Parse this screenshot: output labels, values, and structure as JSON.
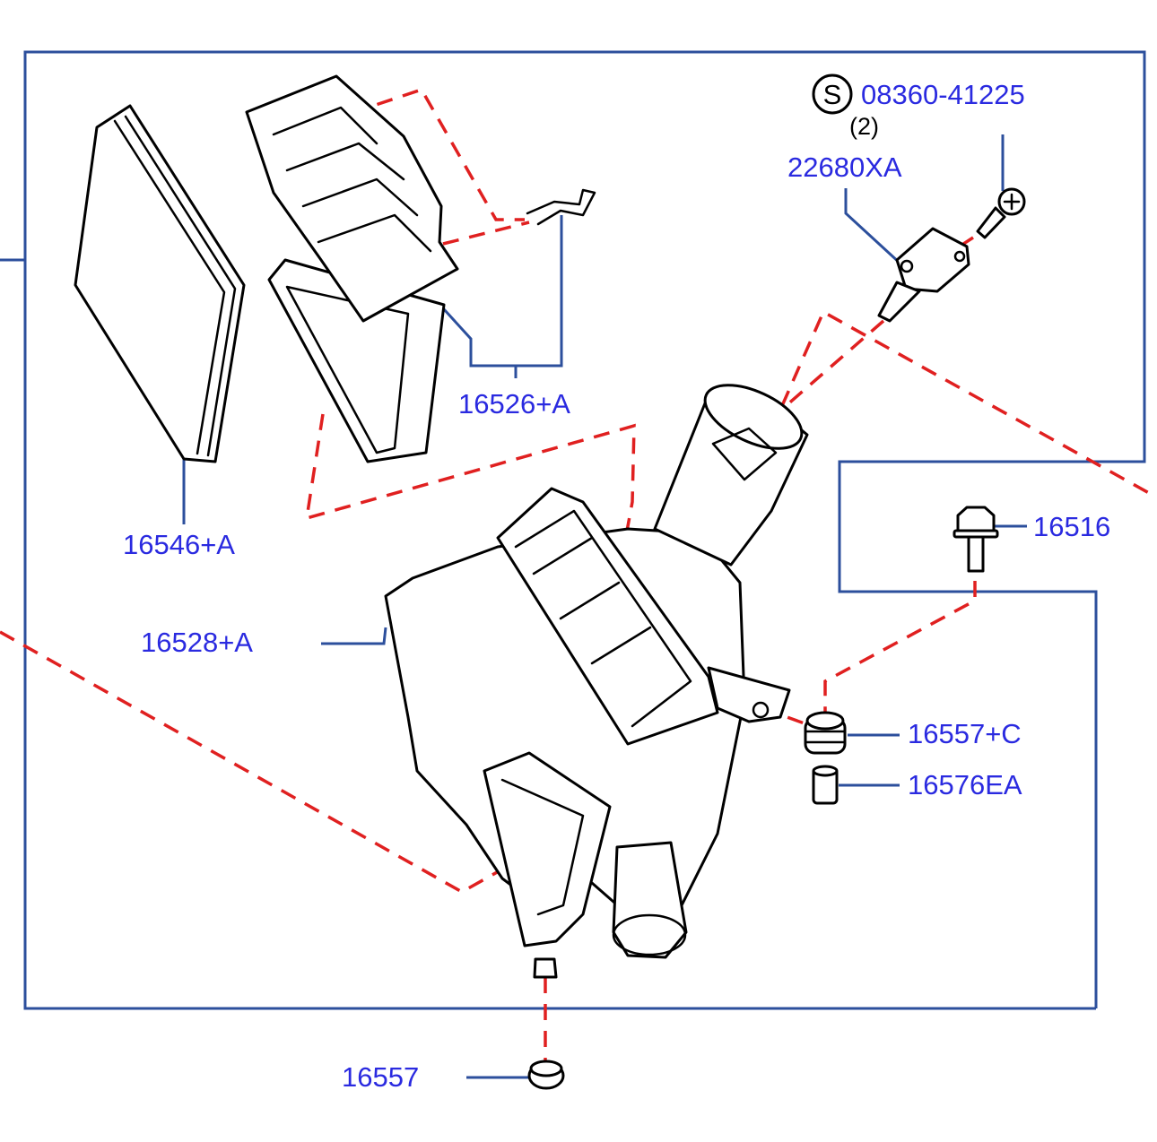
{
  "colors": {
    "label": "#2a2ae0",
    "leader": "#2c4f9c",
    "dashed": "#e02020",
    "outline": "#000000"
  },
  "labels": {
    "screw_code": "08360-41225",
    "screw_symbol": "S",
    "screw_qty": "(2)",
    "sensor": "22680XA",
    "cover": "16526+A",
    "filter": "16546+A",
    "housing": "16528+A",
    "bolt": "16516",
    "grommet_c": "16557+C",
    "collar": "16576EA",
    "grommet": "16557"
  }
}
